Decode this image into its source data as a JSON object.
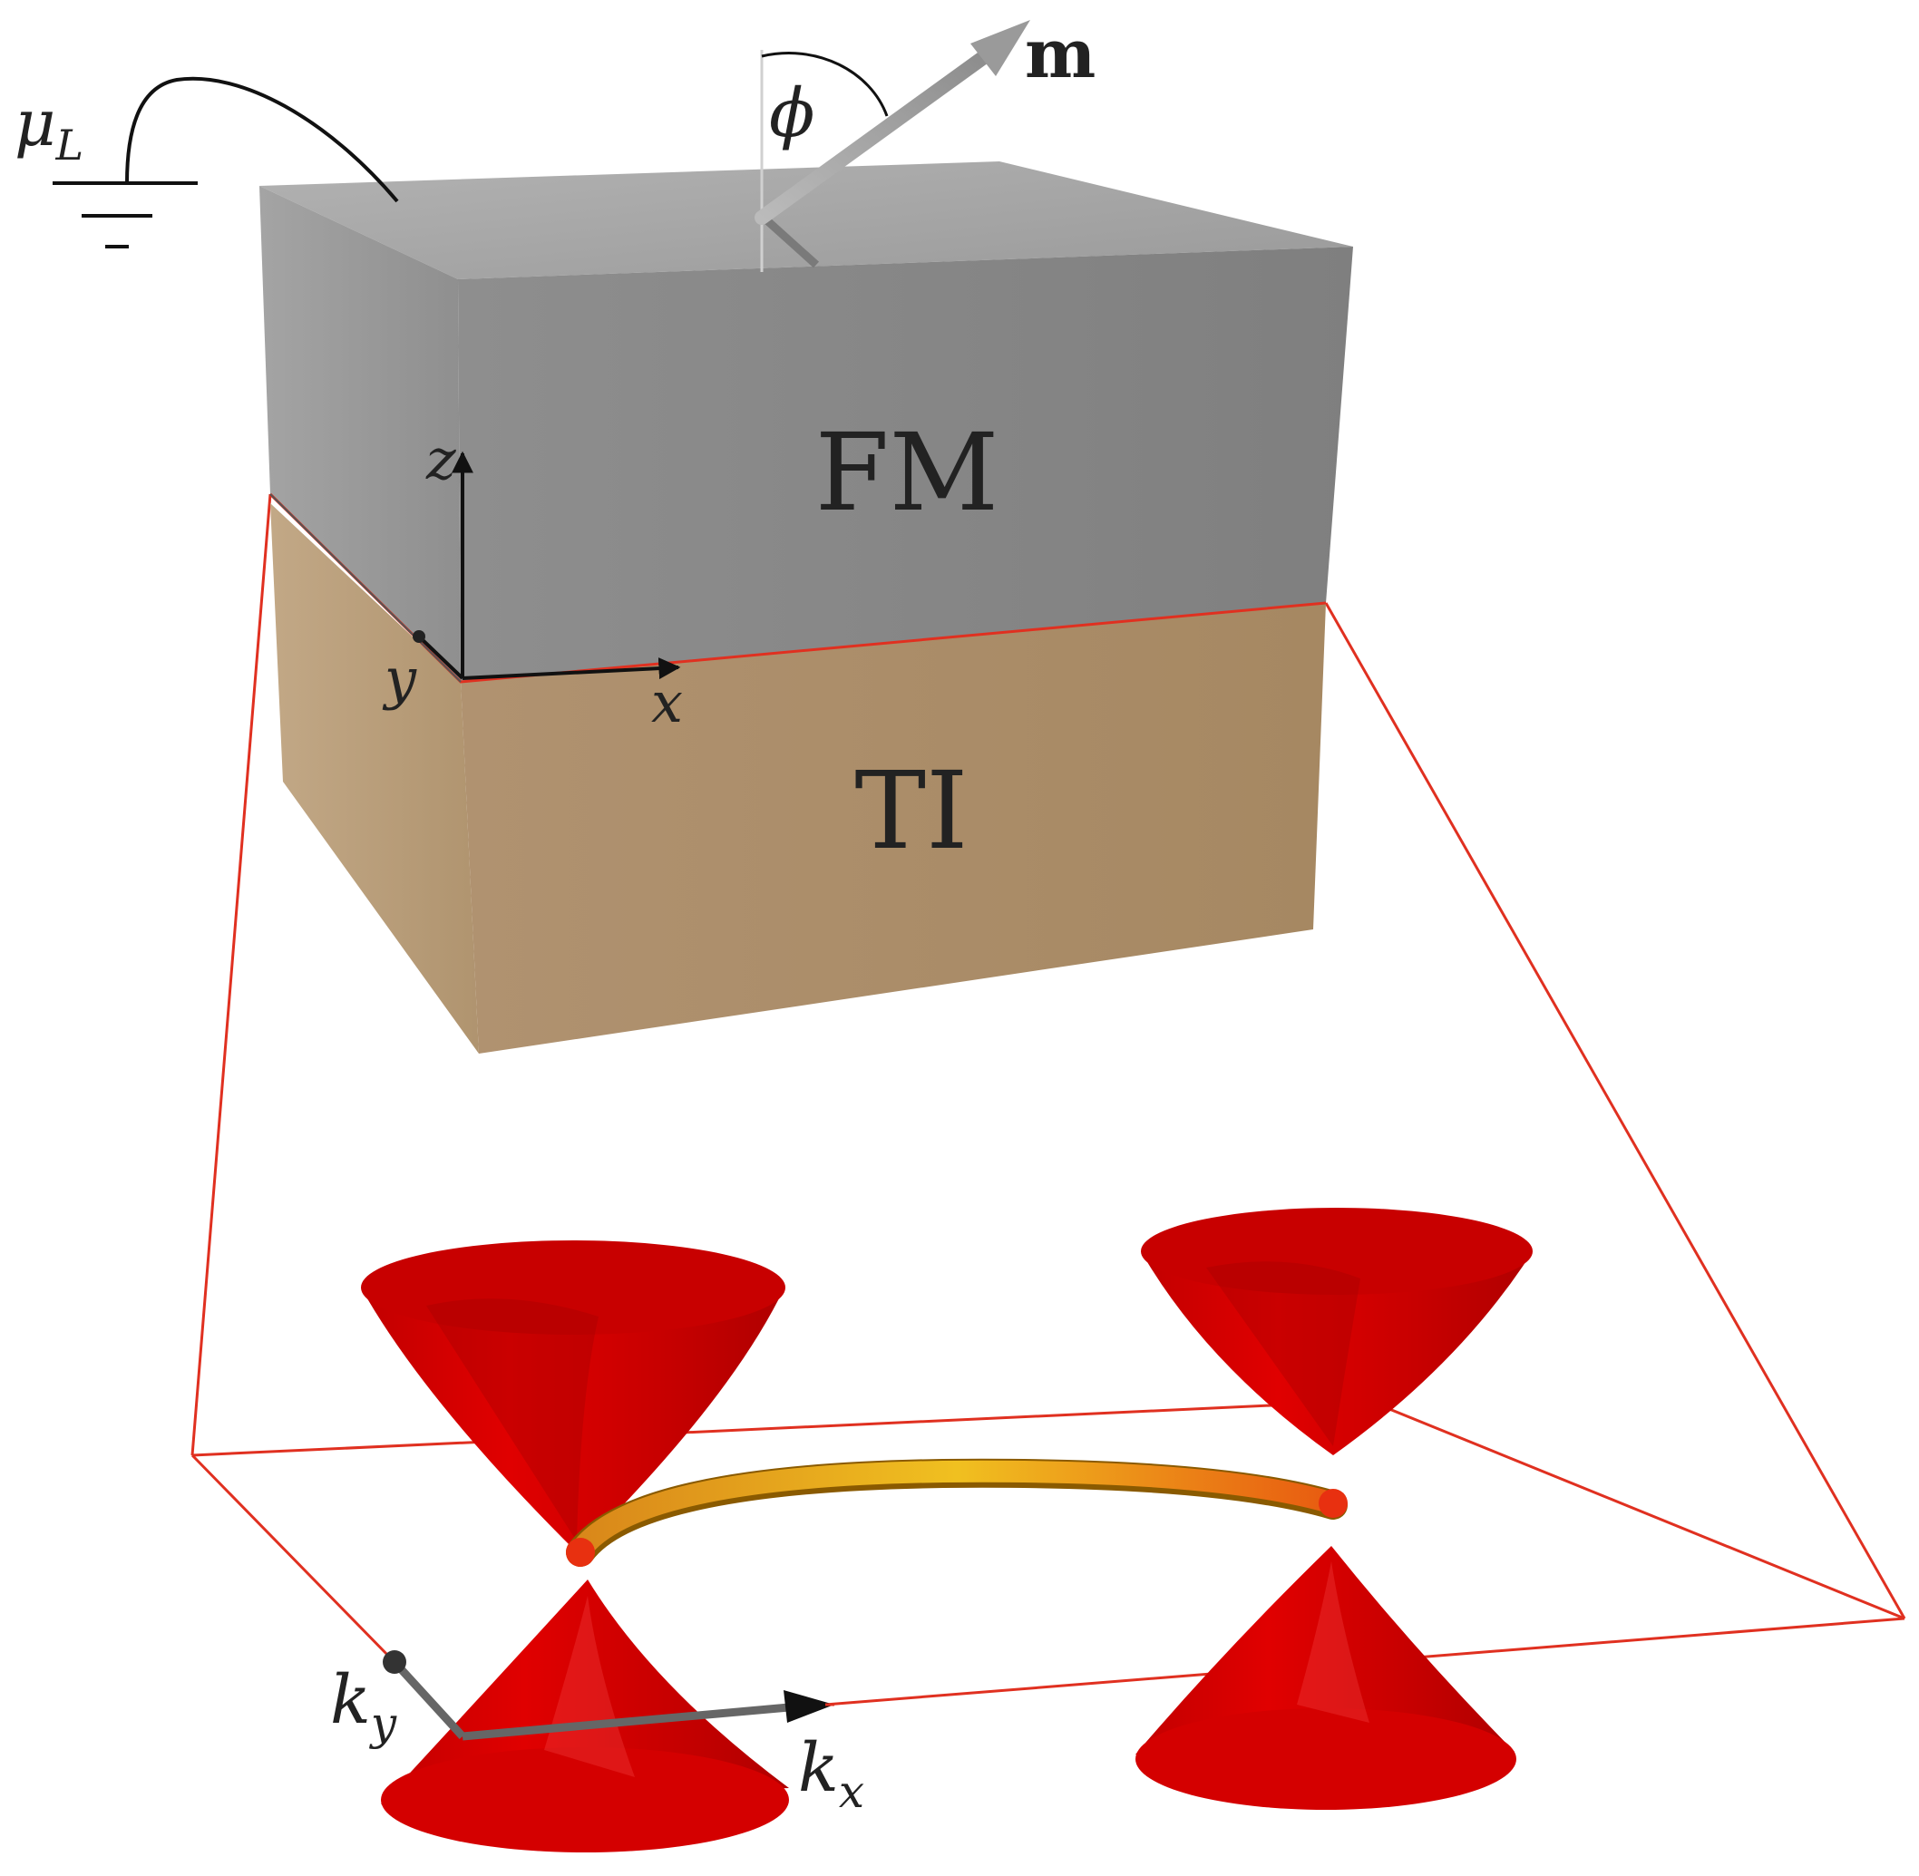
{
  "layers": {
    "top_label": "FM",
    "bottom_label": "TI"
  },
  "magnetization": {
    "vector_label": "m",
    "angle_label": "ϕ"
  },
  "lead": {
    "potential_symbol": "μ",
    "potential_subscript": "L"
  },
  "real_space_axes": {
    "x": "x",
    "y": "y",
    "z": "z"
  },
  "momentum_axes": {
    "kx_base": "k",
    "kx_sub": "x",
    "ky_base": "k",
    "ky_sub": "y"
  },
  "colors": {
    "fm_front": "#8a8a8a",
    "fm_top": "#a8a8a8",
    "fm_side": "#9c9c9c",
    "ti_front": "#ab8d69",
    "ti_side": "#b89e7c",
    "cone_red": "#cc0000",
    "interface_line": "#e03020",
    "fermi_arc": "#e8a818"
  }
}
